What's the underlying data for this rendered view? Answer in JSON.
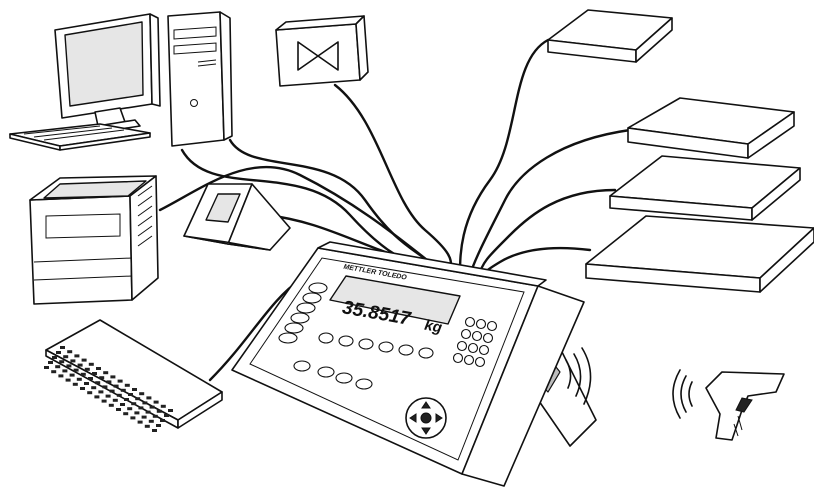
{
  "terminal": {
    "brand": "METTLER TOLEDO",
    "weight_value": "35.8517",
    "weight_unit": "kg"
  }
}
